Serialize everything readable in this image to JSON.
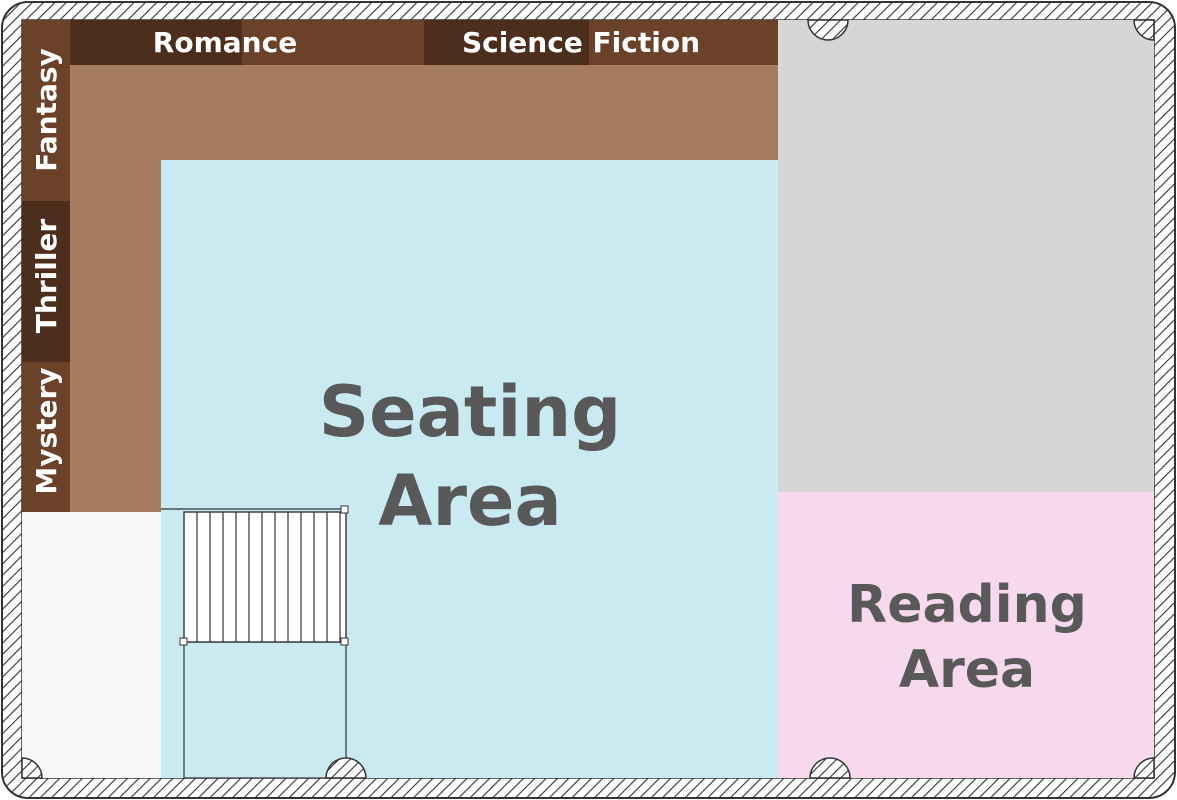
{
  "floorplan": {
    "shelves": {
      "romance": "Romance",
      "science_fiction": "Science Fiction",
      "fantasy": "Fantasy",
      "thriller": "Thriller",
      "mystery": "Mystery"
    },
    "areas": {
      "seating_line1": "Seating",
      "seating_line2": "Area",
      "reading_line1": "Reading",
      "reading_line2": "Area"
    }
  },
  "colors": {
    "wall_hatch": "#333333",
    "wall_background": "#ffffff",
    "shelf_floor": "#a57c5f",
    "shelf_dark": "#4d2e1d",
    "shelf_mid": "#6b4129",
    "seating_area": "#c9eaf1",
    "grey_zone": "#d6d6d6",
    "reading_area": "#f7d8ec",
    "entry_floor": "#f7f7f7",
    "label_text": "#595959",
    "shelf_text": "#ffffff"
  }
}
